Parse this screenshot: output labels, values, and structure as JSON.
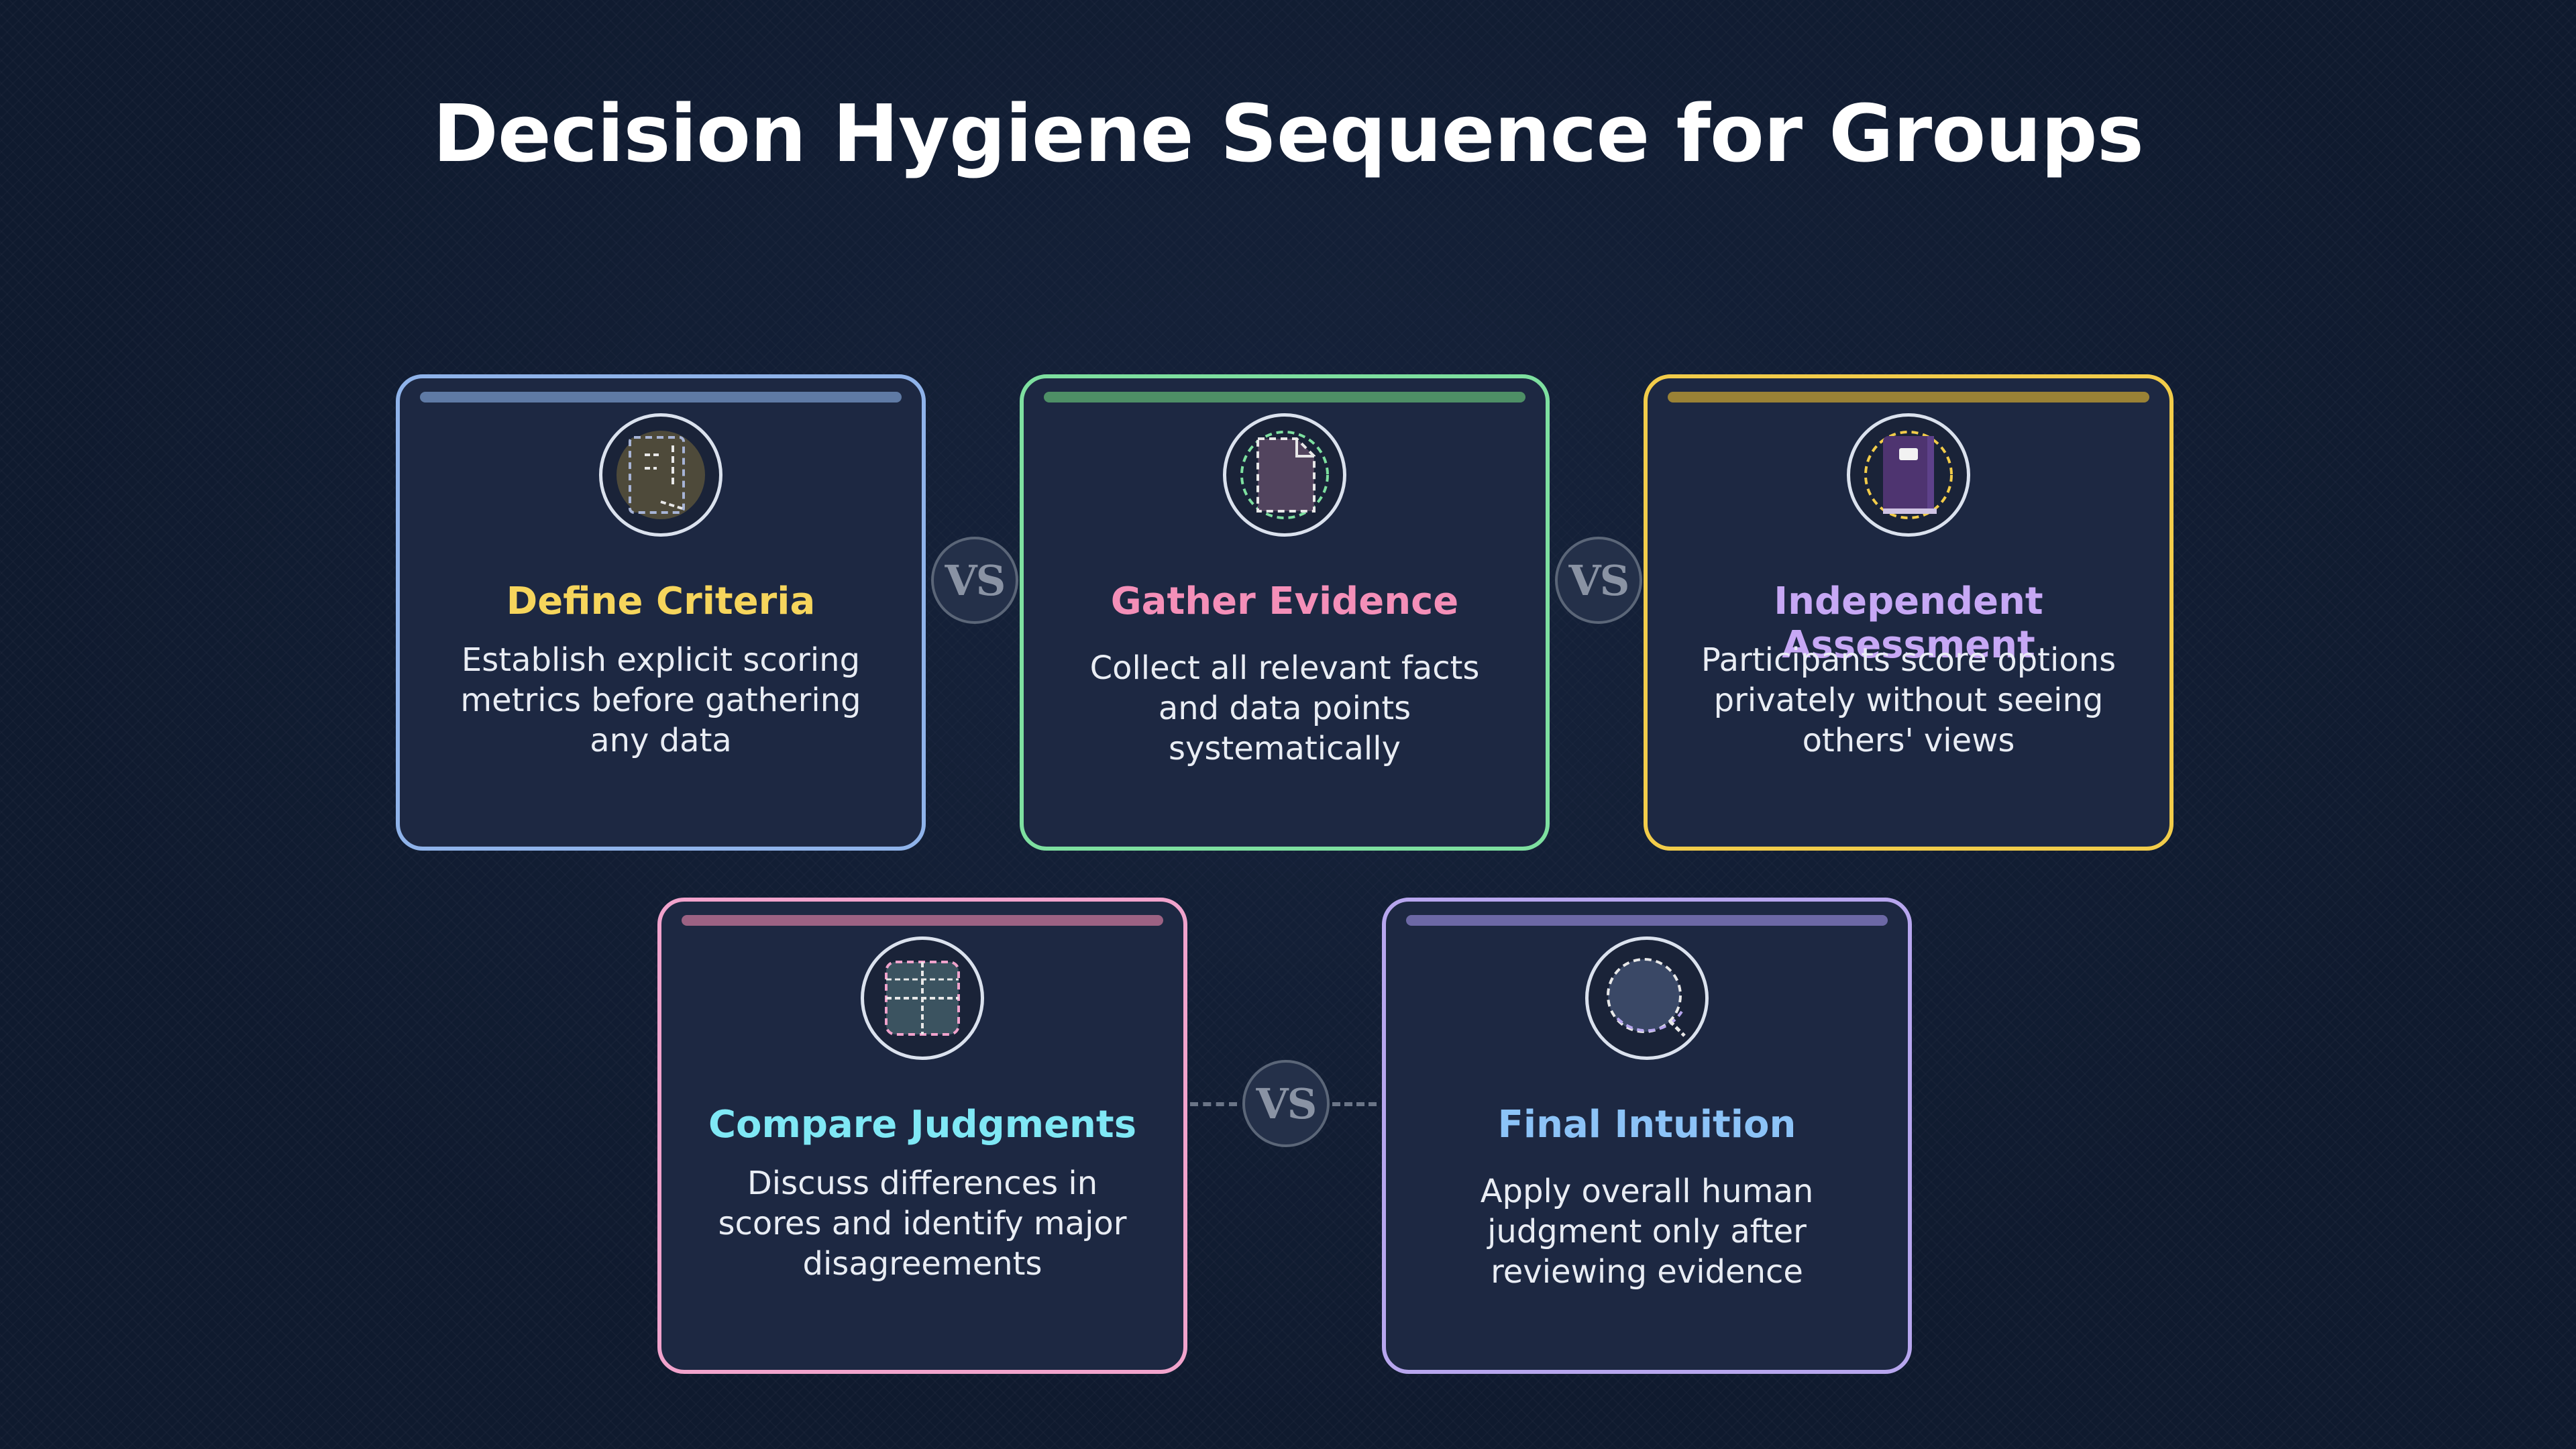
{
  "title": "Decision Hygiene Sequence for Groups",
  "steps": [
    {
      "title": "Define Criteria",
      "description": "Establish explicit scoring metrics before gathering any data",
      "icon": "clipboard-icon",
      "border_color": "#8fb3ea",
      "bar_color": "#5f7aa5",
      "title_color": "#f6d55c"
    },
    {
      "title": "Gather Evidence",
      "description": "Collect all relevant facts and data points systematically",
      "icon": "document-icon",
      "border_color": "#7ee0a0",
      "bar_color": "#4e8f66",
      "title_color": "#f48fb8"
    },
    {
      "title": "Independent Assessment",
      "description": "Participants score options privately without seeing others' views",
      "icon": "notebook-icon",
      "border_color": "#f2cc4a",
      "bar_color": "#9a8236",
      "title_color": "#c7a8f5"
    },
    {
      "title": "Compare Judgments",
      "description": "Discuss differences in scores and identify major disagreements",
      "icon": "table-icon",
      "border_color": "#f1a3cc",
      "bar_color": "#9c6283",
      "title_color": "#7fe8f5"
    },
    {
      "title": "Final Intuition",
      "description": "Apply overall human judgment only after reviewing evidence",
      "icon": "magnifier-icon",
      "border_color": "#b7a6ee",
      "bar_color": "#6c68a5",
      "title_color": "#8cc3f7"
    }
  ],
  "vs_label": "VS"
}
